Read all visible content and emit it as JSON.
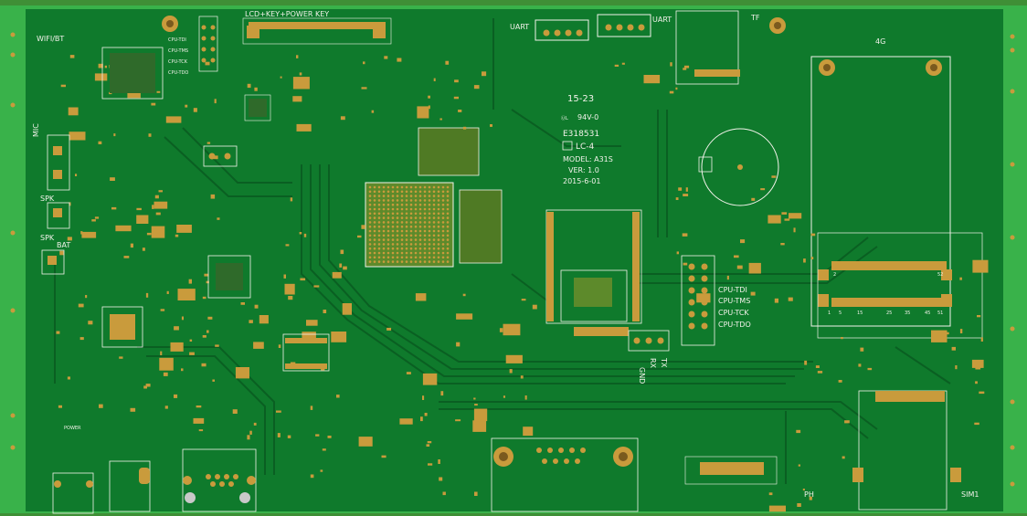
{
  "colors": {
    "pcb_green": "#0f7a2c",
    "pcb_edge": "#39b24a",
    "copper_pad": "#c99b3c",
    "silkscreen": "#f2f2ea",
    "trace_dark": "#0a5f22"
  },
  "silkscreen_labels": {
    "wifi_bt": "WIFI/BT",
    "lcd_key": "LCD+KEY+POWER KEY",
    "uart_left": "UART",
    "uart_right": "UART",
    "tf": "TF",
    "four_g": "4G",
    "mic": "MIC",
    "spk_upper": "SPK",
    "spk_lower": "SPK",
    "bat": "BAT",
    "power": "POWER",
    "cpu_tdi": "CPU-TDI",
    "cpu_tms": "CPU-TMS",
    "cpu_tck": "CPU-TCK",
    "cpu_tdo": "CPU-TDO",
    "gnd": "GND",
    "rx": "RX",
    "tx": "TX",
    "ph": "PH",
    "sim1": "SIM1",
    "date_code": "15-23",
    "rating": "94V-0",
    "ul_file": "E318531",
    "lc": "LC-4",
    "model": "MODEL: A31S",
    "ver": "VER: 1.0",
    "date": "2015-6-01",
    "jtag_tdi_small": "CPU-TDI",
    "jtag_tms_small": "CPU-TMS",
    "jtag_tck_small": "CPU-TCK",
    "jtag_tdo_small": "CPU-TDO",
    "pin_2": "2",
    "pin_52": "52",
    "pin_1": "1",
    "pin_5": "5",
    "pin_15": "15",
    "pin_25": "25",
    "pin_35": "35",
    "pin_45": "45",
    "pin_51": "51"
  }
}
